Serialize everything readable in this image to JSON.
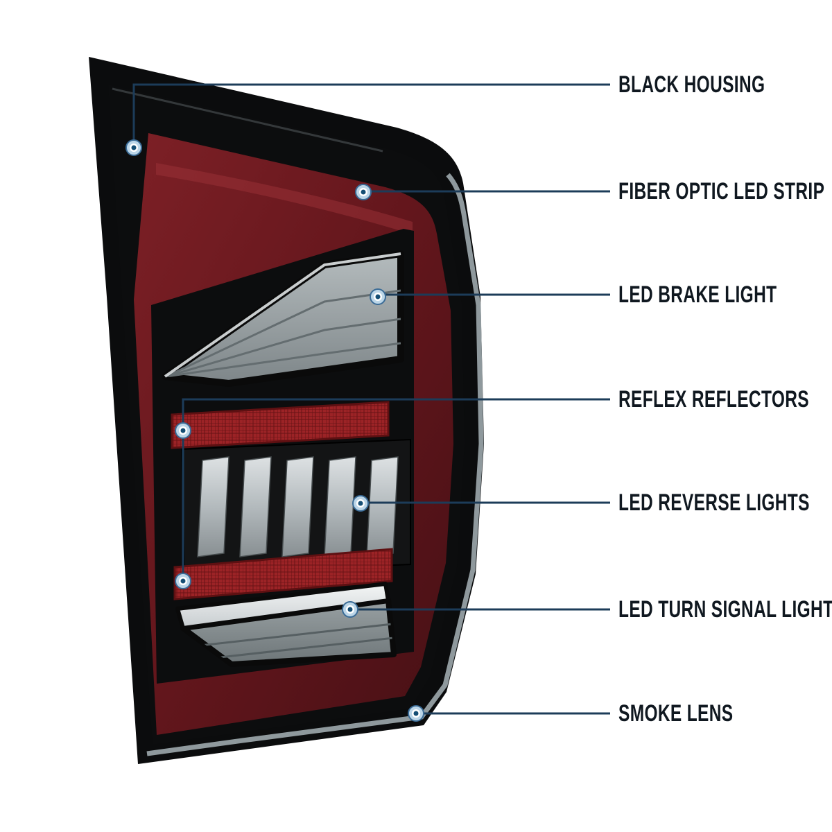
{
  "page": {
    "background": "#ffffff",
    "description_colors": {
      "callout_line": "#1c3c59",
      "label_text": "#101820",
      "marker_outer_fill": "#bcd6e8",
      "marker_ring": "#3a6b96",
      "marker_dot": "#154e74",
      "housing_black": "#0c0d0e",
      "lens_red": "#6b1a20",
      "reflex_red": "#9c2326",
      "smoke_gray": "#9aa1a4",
      "lens_edge_gray": "#97a1a5"
    }
  },
  "callouts": [
    {
      "id": "black-housing",
      "label": "BLACK HOUSING"
    },
    {
      "id": "fiber-optic-led-strip",
      "label": "FIBER OPTIC LED STRIP"
    },
    {
      "id": "led-brake-light",
      "label": "LED BRAKE LIGHT"
    },
    {
      "id": "reflex-reflectors",
      "label": "REFLEX REFLECTORS"
    },
    {
      "id": "led-reverse-lights",
      "label": "LED REVERSE LIGHTS"
    },
    {
      "id": "led-turn-signal-light",
      "label": "LED TURN SIGNAL LIGHT"
    },
    {
      "id": "smoke-lens",
      "label": "SMOKE LENS"
    }
  ]
}
